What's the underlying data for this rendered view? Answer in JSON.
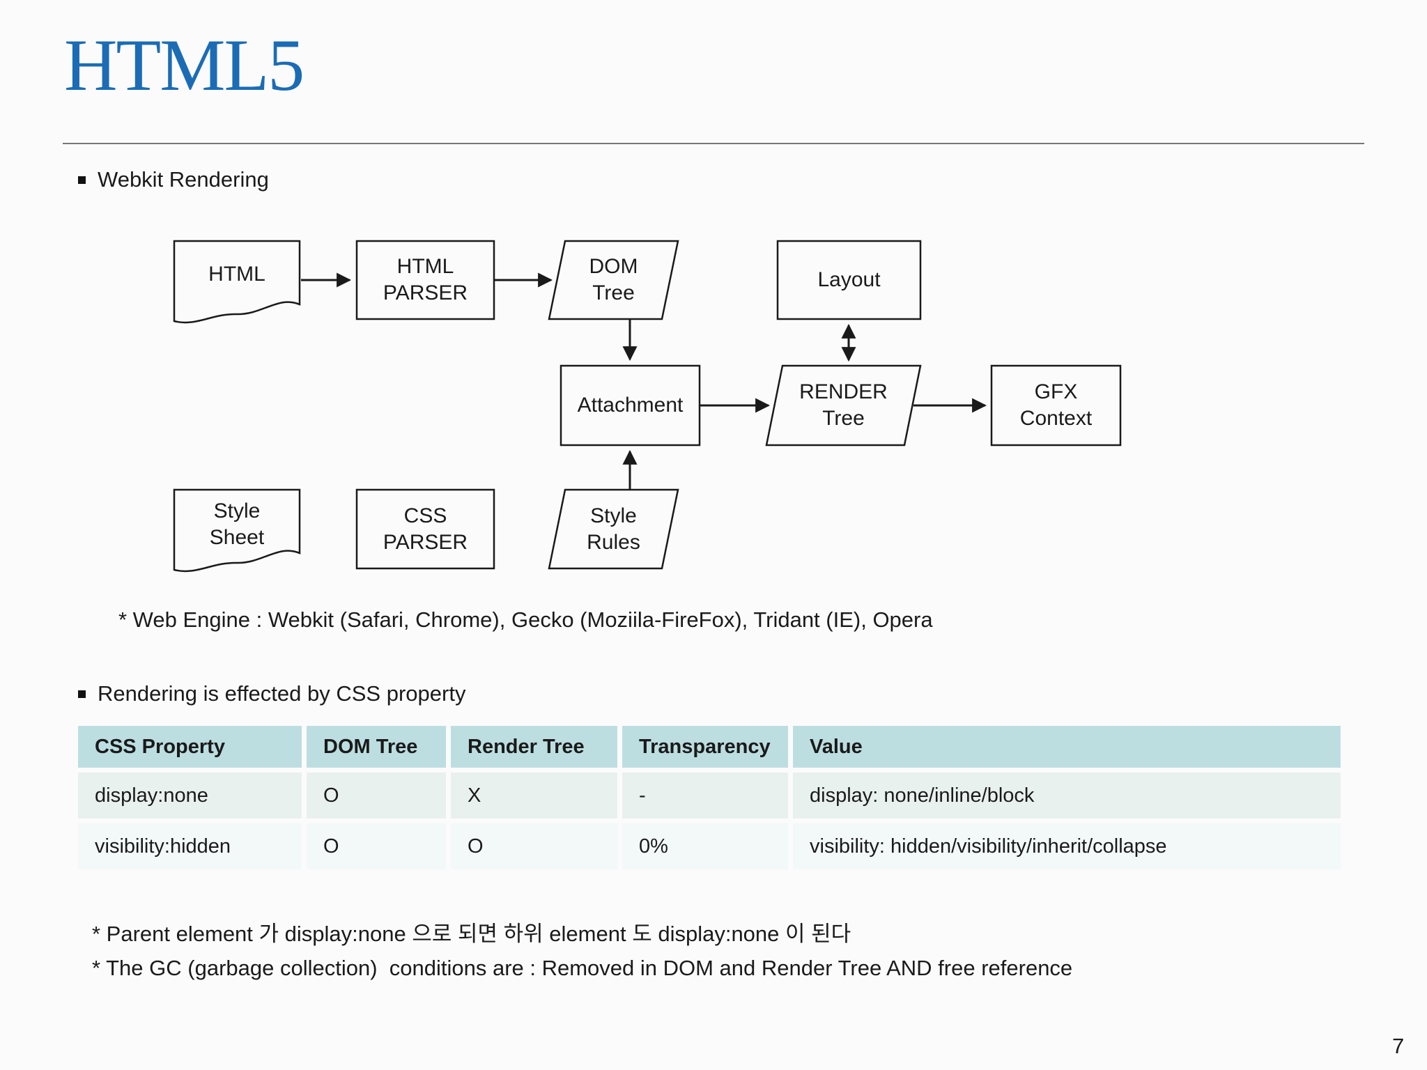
{
  "slide": {
    "title": "HTML5",
    "page_number": "7",
    "colors": {
      "title_blue": "#1b6cb5",
      "divider_gray": "#777777",
      "table_header_bg": "#bcdee1",
      "table_row1_bg": "#e9f1ef",
      "table_row2_bg": "#f3f8f8",
      "diagram_stroke": "#1a1a1a"
    }
  },
  "sections": {
    "webkit_bullet": "Webkit Rendering",
    "web_engine_note": "* Web Engine : Webkit (Safari, Chrome), Gecko (Moziila-FireFox), Tridant (IE), Opera",
    "rendering_bullet": "Rendering is effected by CSS property",
    "footnotes": [
      "* Parent element 가 display:none 으로 되면 하위 element 도 display:none 이 된다",
      "* The GC (garbage collection)  conditions are : Removed in DOM and Render Tree AND free reference"
    ]
  },
  "diagram": {
    "nodes": {
      "html": {
        "line1": "HTML"
      },
      "html_parser": {
        "line1": "HTML",
        "line2": "PARSER"
      },
      "dom_tree": {
        "line1": "DOM",
        "line2": "Tree"
      },
      "layout": {
        "line1": "Layout"
      },
      "attachment": {
        "line1": "Attachment"
      },
      "render_tree": {
        "line1": "RENDER",
        "line2": "Tree"
      },
      "gfx_context": {
        "line1": "GFX",
        "line2": "Context"
      },
      "style_sheet": {
        "line1": "Style",
        "line2": "Sheet"
      },
      "css_parser": {
        "line1": "CSS",
        "line2": "PARSER"
      },
      "style_rules": {
        "line1": "Style",
        "line2": "Rules"
      }
    }
  },
  "table": {
    "headers": [
      "CSS Property",
      "DOM Tree",
      "Render Tree",
      "Transparency",
      "Value"
    ],
    "rows": [
      [
        "display:none",
        "O",
        "X",
        "-",
        "display: none/inline/block"
      ],
      [
        "visibility:hidden",
        "O",
        "O",
        "0%",
        "visibility: hidden/visibility/inherit/collapse"
      ]
    ]
  }
}
